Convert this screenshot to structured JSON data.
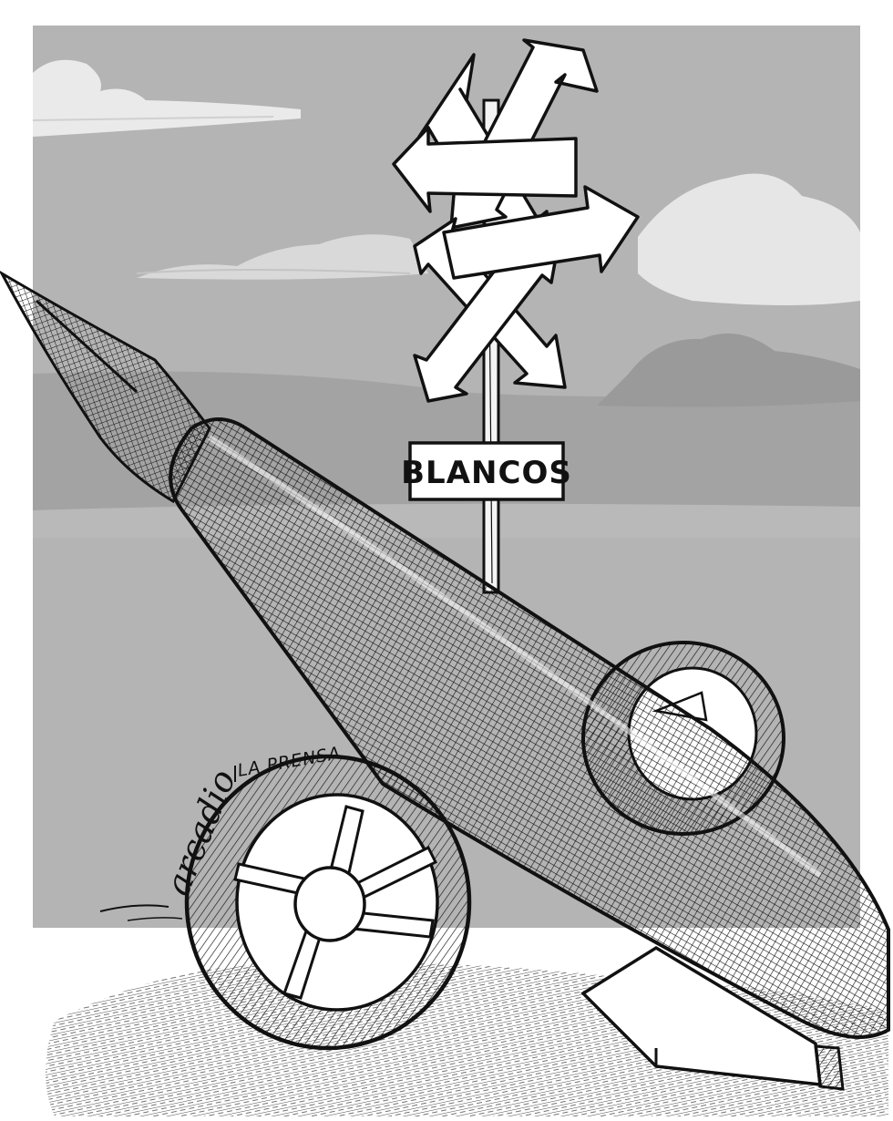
{
  "sign": {
    "label": "BLANCOS"
  },
  "signature": {
    "artist": "arcadio",
    "publication": "LA PRENSA"
  },
  "colors": {
    "sky": "#b4b4b4",
    "sky_dark": "#a2a2a2",
    "cloud": "#e9e9e9",
    "ink": "#111111",
    "paper": "#ffffff"
  }
}
